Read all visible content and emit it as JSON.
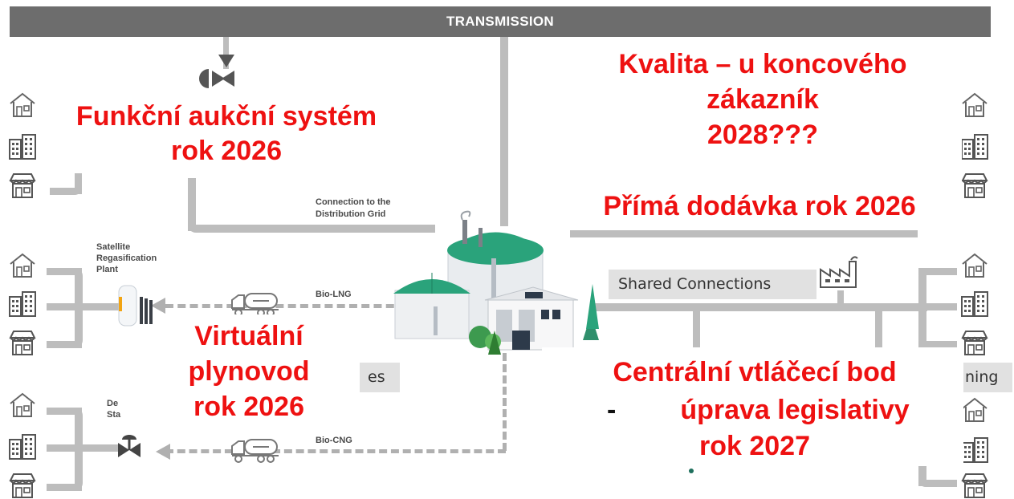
{
  "banner": {
    "title": "TRANSMISSION"
  },
  "labels": {
    "connection": [
      "Connection to the",
      "Distribution Grid"
    ],
    "satellite": [
      "Satellite",
      "Regasification",
      "Plant"
    ],
    "bio_lng": "Bio-LNG",
    "bio_cng": "Bio-CNG",
    "shared": "Shared Connections",
    "decompression_fragment": [
      "De",
      "Sta"
    ],
    "partial_es": "es",
    "partial_ning": "ning"
  },
  "overlays": {
    "auction": [
      "Funkční aukční systém",
      "rok 2026"
    ],
    "quality": [
      "Kvalita – u koncového",
      "zákazník",
      "2028???"
    ],
    "direct": "Přímá dodávka rok 2026",
    "virtual": [
      "Virtuální",
      "plynovod",
      "rok 2026"
    ],
    "central": "Centrální vtláčecí bod",
    "central_dash": "-",
    "central_legislation": "úprava legislativy",
    "central_year": "rok 2027"
  },
  "colors": {
    "banner": "#6d6d6d",
    "pipe": "#bdbdbd",
    "overlay_text": "#ee1111",
    "tank_roof": "#2aa37b"
  }
}
